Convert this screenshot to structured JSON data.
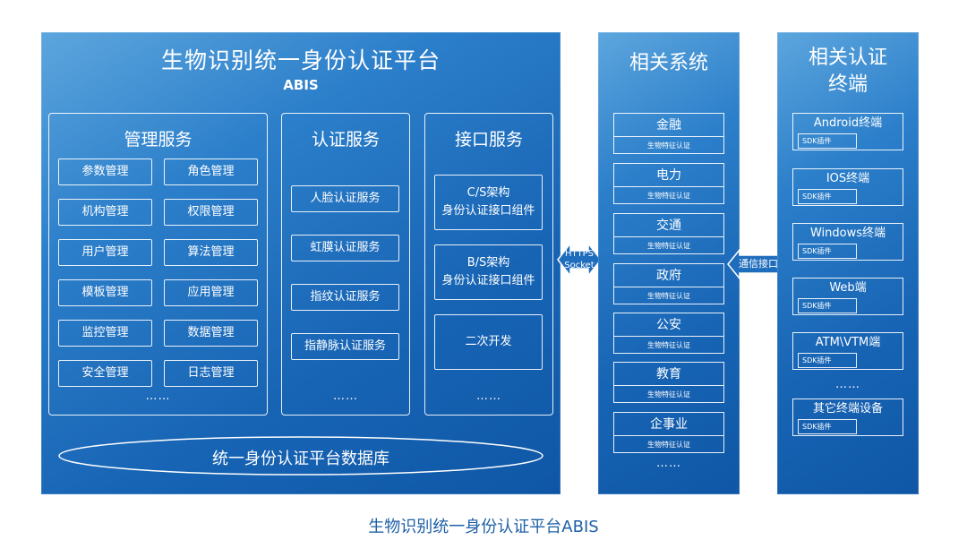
{
  "platform": {
    "title": "生物识别统一身份认证平台",
    "subtitle": "ABIS"
  },
  "management": {
    "title": "管理服务",
    "items": [
      "参数管理",
      "角色管理",
      "机构管理",
      "权限管理",
      "用户管理",
      "算法管理",
      "模板管理",
      "应用管理",
      "监控管理",
      "数据管理",
      "安全管理",
      "日志管理"
    ],
    "more": "……"
  },
  "auth_service": {
    "title": "认证服务",
    "items": [
      "人脸认证服务",
      "虹膜认证服务",
      "指纹认证服务",
      "指静脉认证服务"
    ],
    "more": "……"
  },
  "interface_service": {
    "title": "接口服务",
    "cs_line1": "C/S架构",
    "cs_line2": "身份认证接口组件",
    "bs_line1": "B/S架构",
    "bs_line2": "身份认证接口组件",
    "dev": "二次开发",
    "more": "……"
  },
  "database": {
    "label": "统一身份认证平台数据库"
  },
  "connectors": {
    "https_line1": "HTTPS",
    "https_line2": "Socket",
    "comm": "通信接口"
  },
  "related_systems": {
    "title": "相关系统",
    "items": [
      {
        "name": "金融",
        "sub": "生物特征认证"
      },
      {
        "name": "电力",
        "sub": "生物特征认证"
      },
      {
        "name": "交通",
        "sub": "生物特征认证"
      },
      {
        "name": "政府",
        "sub": "生物特征认证"
      },
      {
        "name": "公安",
        "sub": "生物特征认证"
      },
      {
        "name": "教育",
        "sub": "生物特征认证"
      },
      {
        "name": "企事业",
        "sub": "生物特征认证"
      }
    ],
    "more": "……"
  },
  "terminals": {
    "title_line1": "相关认证",
    "title_line2": "终端",
    "items": [
      {
        "name": "Android终端",
        "sub": "SDK插件"
      },
      {
        "name": "IOS终端",
        "sub": "SDK插件"
      },
      {
        "name": "Windows终端",
        "sub": "SDK插件"
      },
      {
        "name": "Web端",
        "sub": "SDK插件"
      },
      {
        "name": "ATM\\VTM端",
        "sub": "SDK插件"
      }
    ],
    "more": "……",
    "other": {
      "name": "其它终端设备",
      "sub": "SDK插件"
    }
  },
  "caption": "生物识别统一身份认证平台ABIS",
  "colors": {
    "panel": "#1865b5",
    "panel_light": "#5da6de",
    "caption": "#1e5fa6"
  }
}
